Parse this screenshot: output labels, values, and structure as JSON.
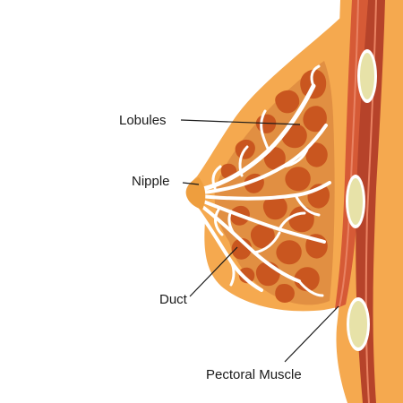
{
  "labels": {
    "lobules": "Lobules",
    "nipple": "Nipple",
    "duct": "Duct",
    "pectoral_muscle": "Pectoral Muscle"
  },
  "colors": {
    "skin": "#F5A94F",
    "skin_edge": "#EE9E3E",
    "muscle": "#D65A36",
    "muscle_dark": "#B6432A",
    "muscle_light": "#E98262",
    "lobule": "#C9561F",
    "lobule_dark": "#A8441A",
    "duct": "#FFFFFF",
    "fat_pad": "#E7E2A8",
    "leader_line": "#1a1a1a"
  }
}
